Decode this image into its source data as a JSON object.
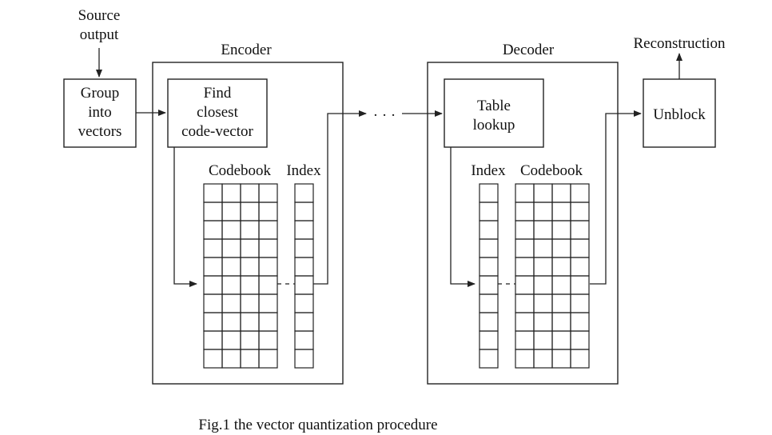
{
  "source": {
    "line1": "Source",
    "line2": "output"
  },
  "group": {
    "line1": "Group",
    "line2": "into",
    "line3": "vectors"
  },
  "encoder": {
    "title": "Encoder",
    "find": {
      "line1": "Find",
      "line2": "closest",
      "line3": "code-vector"
    },
    "codebook_label": "Codebook",
    "index_label": "Index"
  },
  "channel": {
    "dots": "· · ·"
  },
  "decoder": {
    "title": "Decoder",
    "table": {
      "line1": "Table",
      "line2": "lookup"
    },
    "index_label": "Index",
    "codebook_label": "Codebook"
  },
  "reconstruction": {
    "label": "Reconstruction"
  },
  "unblock": {
    "label": "Unblock"
  },
  "caption": "Fig.1 the vector quantization procedure",
  "codebook_grid": {
    "rows": 10,
    "cols": 4
  },
  "index_column": {
    "rows": 10
  }
}
